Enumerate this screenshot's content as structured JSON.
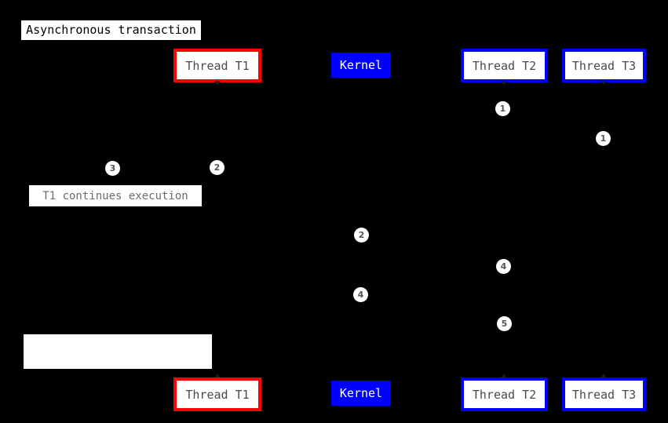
{
  "diagram": {
    "title": "Asynchronous transaction",
    "background_color": "#000000",
    "accent_red": "#ff0000",
    "accent_blue": "#0000ff",
    "note_text_color": "#6b6b6b",
    "badge_text_color": "#555555"
  },
  "participants_top": [
    {
      "label": "Thread T1",
      "style": "red-outline"
    },
    {
      "label": "Kernel",
      "style": "blue-filled"
    },
    {
      "label": "Thread T2",
      "style": "blue-outline"
    },
    {
      "label": "Thread T3",
      "style": "blue-outline"
    }
  ],
  "participants_bottom": [
    {
      "label": "Thread T1",
      "style": "red-outline"
    },
    {
      "label": "Kernel",
      "style": "blue-filled"
    },
    {
      "label": "Thread T2",
      "style": "blue-outline"
    },
    {
      "label": "Thread T3",
      "style": "blue-outline"
    }
  ],
  "notes": [
    {
      "text": "T1 continues execution"
    },
    {
      "text": ""
    }
  ],
  "steps": [
    {
      "number": "1",
      "lane": "thread-t2"
    },
    {
      "number": "1",
      "lane": "thread-t3"
    },
    {
      "number": "3",
      "lane": "thread-t1-left"
    },
    {
      "number": "2",
      "lane": "thread-t1"
    },
    {
      "number": "2",
      "lane": "kernel"
    },
    {
      "number": "4",
      "lane": "thread-t2"
    },
    {
      "number": "4",
      "lane": "kernel"
    },
    {
      "number": "5",
      "lane": "thread-t2"
    }
  ]
}
